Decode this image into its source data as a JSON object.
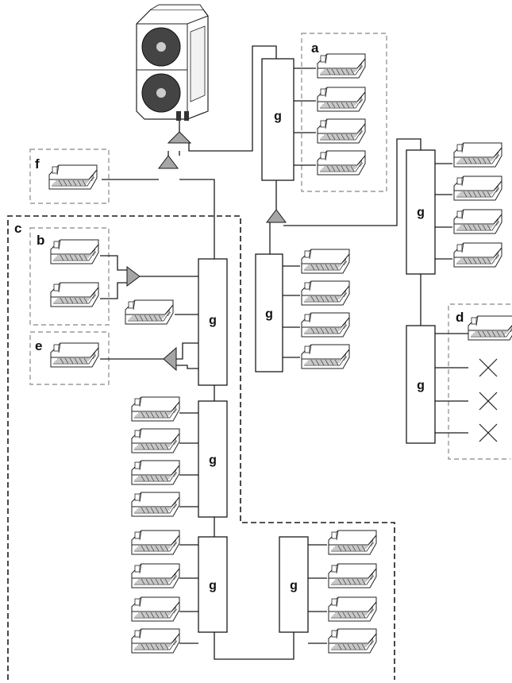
{
  "group_labels": {
    "a": "a",
    "b": "b",
    "c": "c",
    "d": "d",
    "e": "e",
    "f": "f"
  },
  "distributor_label": "g",
  "icons": {
    "outdoor_unit": "outdoor-unit-icon",
    "indoor_unit": "cassette-indoor-unit-icon",
    "branch_joint": "refnet-joint-icon",
    "unused_port": "cross-icon"
  },
  "colors": {
    "line": "#1a1a1a",
    "grey_dashed_group": "#9a9a9a",
    "joint_fill": "#a6a6a6"
  }
}
